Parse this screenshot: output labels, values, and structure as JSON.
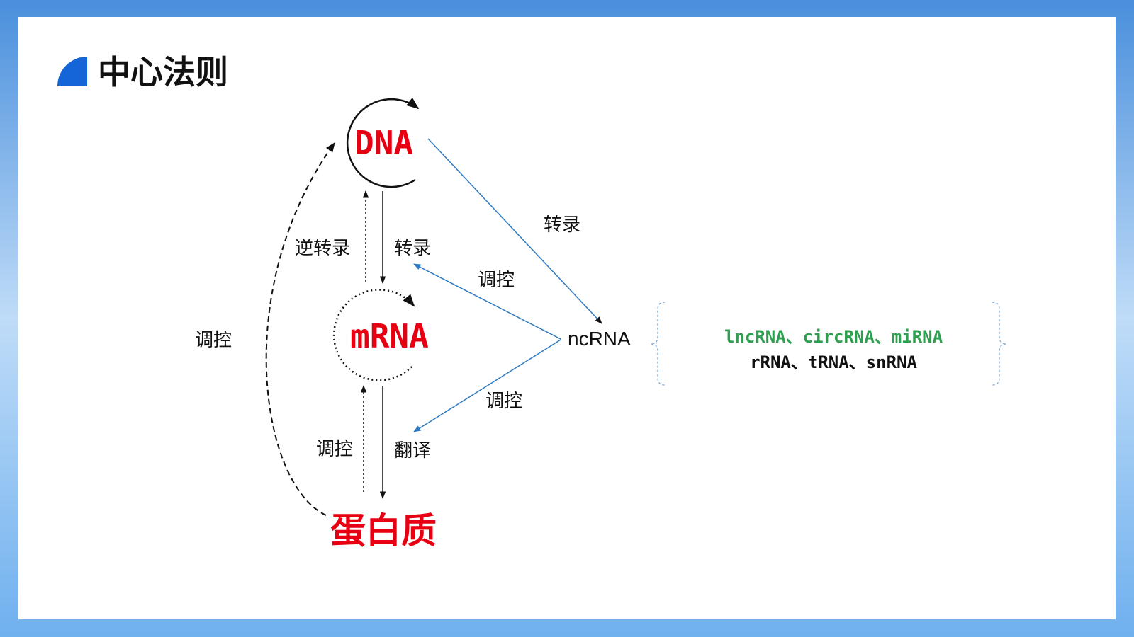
{
  "slide": {
    "title": "中心法则",
    "accent_color": "#1565d8",
    "title_icon": "quarter-circle-icon"
  },
  "diagram": {
    "nodes": {
      "dna": "DNA",
      "mrna": "mRNA",
      "protein": "蛋白质",
      "ncrna": "ncRNA"
    },
    "edge_labels": {
      "reverse_transcription": "逆转录",
      "transcription_dna_mrna": "转录",
      "transcription_dna_ncrna": "转录",
      "ncrna_regulates_transcription": "调控",
      "ncrna_regulates_translation": "调控",
      "translation": "翻译",
      "protein_regulates_mrna": "调控",
      "protein_regulates_dna": "调控"
    },
    "ncrna_types": {
      "line1": "lncRNA、circRNA、miRNA",
      "line2": "rRNA、tRNA、snRNA"
    },
    "colors": {
      "node_red": "#e60012",
      "blue_arrow": "#2f7ac0",
      "green_text": "#2e9e4f",
      "bracket": "#6f9fd8"
    }
  }
}
